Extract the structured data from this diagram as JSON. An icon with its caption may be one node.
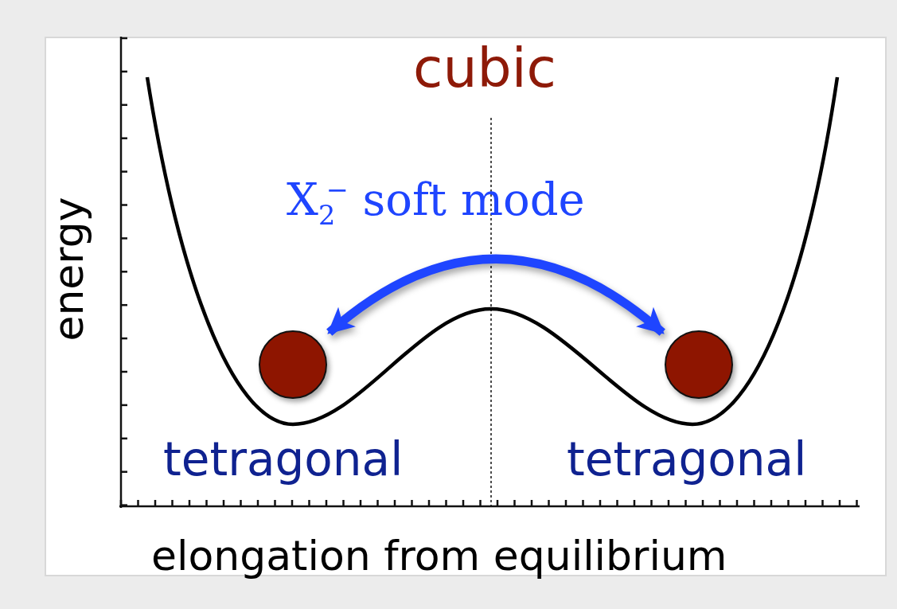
{
  "diagram": {
    "nodes": [
      {
        "text": [],
        "shape": "circle"
      },
      {
        "text": [],
        "shape": "circle"
      }
    ],
    "edges": [
      {
        "from": 0,
        "to": 1,
        "arrow": "both",
        "label": "X$_{2}$$^{−}$ soft mode",
        "color": "#1f45ff"
      }
    ],
    "labels": [
      "cubic",
      "tetragonal",
      "tetragonal",
      "energy",
      "elongation from equilibrium"
    ]
  }
}
